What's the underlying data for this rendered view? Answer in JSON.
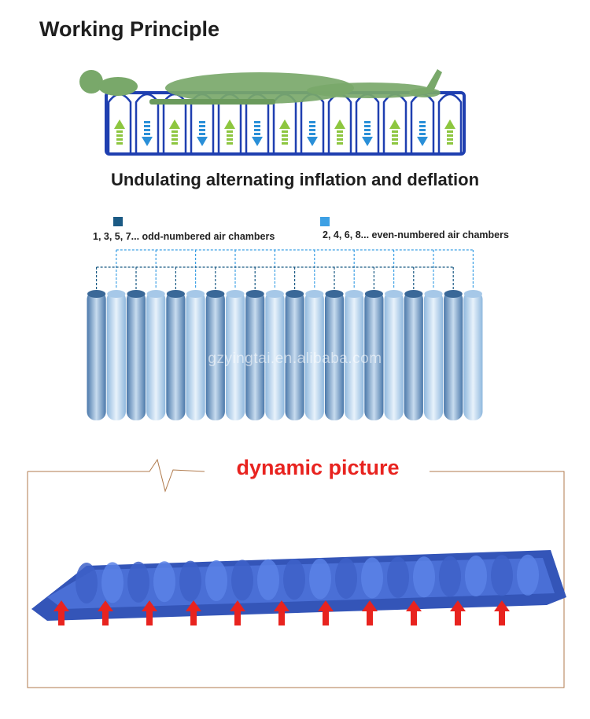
{
  "header": {
    "title": "Working Principle"
  },
  "illustration": {
    "subtitle": "Undulating alternating inflation and deflation"
  },
  "legend": {
    "odd_label": "1, 3, 5, 7... odd-numbered air chambers",
    "even_label": "2, 4, 6, 8... even-numbered air chambers",
    "odd_color": "#1b5a84",
    "even_color": "#3da0e4"
  },
  "diagram": {
    "watermark": "gzyingtai.en.alibaba.com",
    "chamber_count": 20
  },
  "dynamic": {
    "title": "dynamic picture",
    "arrow_count": 11,
    "accent": "#e8231f"
  },
  "icons": [
    "human-figure-icon",
    "arrow-up-icon",
    "arrow-down-icon",
    "heartbeat-icon",
    "red-arrow-icon"
  ]
}
